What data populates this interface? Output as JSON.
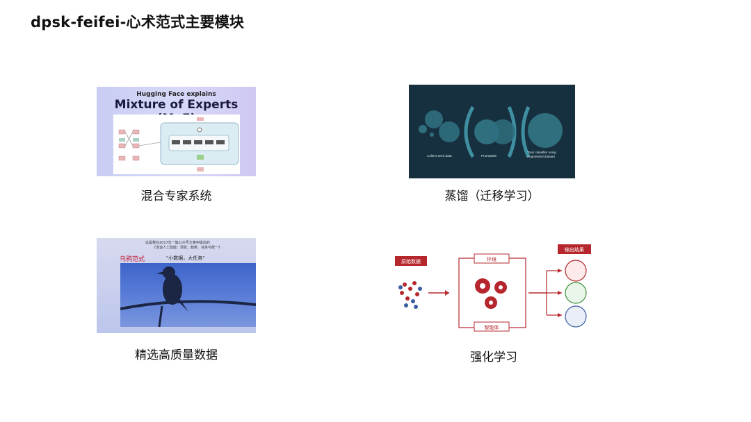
{
  "page": {
    "title": "dpsk-feifei-心术范式主要模块"
  },
  "cards": {
    "moe": {
      "caption": "混合专家系统",
      "image_subtitle": "Hugging Face explains",
      "image_title": "Mixture of Experts (MoE)"
    },
    "distill": {
      "caption": "蒸馏（迁移学习）",
      "labels": {
        "collect": "Collect seed data",
        "promptmix": "PromptMix",
        "train_line1": "Train classifier using",
        "train_line2": "Augmented dataset"
      }
    },
    "quality": {
      "caption": "精选高质量数据",
      "line1": "这是我在2017年一篇公众号文章中提出的",
      "line2": "《浅谈人工智能：现状、趋势、任务与统一》",
      "label_left": "乌鸦范式",
      "label_right": "\"小数据，大任务\""
    },
    "rl": {
      "caption": "强化学习",
      "raw_data": "原始数据",
      "env": "环境",
      "agent": "智能体",
      "output": "输出结果"
    }
  },
  "colors": {
    "rl_red": "#b5272d",
    "distill_bg": "#16303f",
    "distill_circle": "#2f6f7e"
  }
}
